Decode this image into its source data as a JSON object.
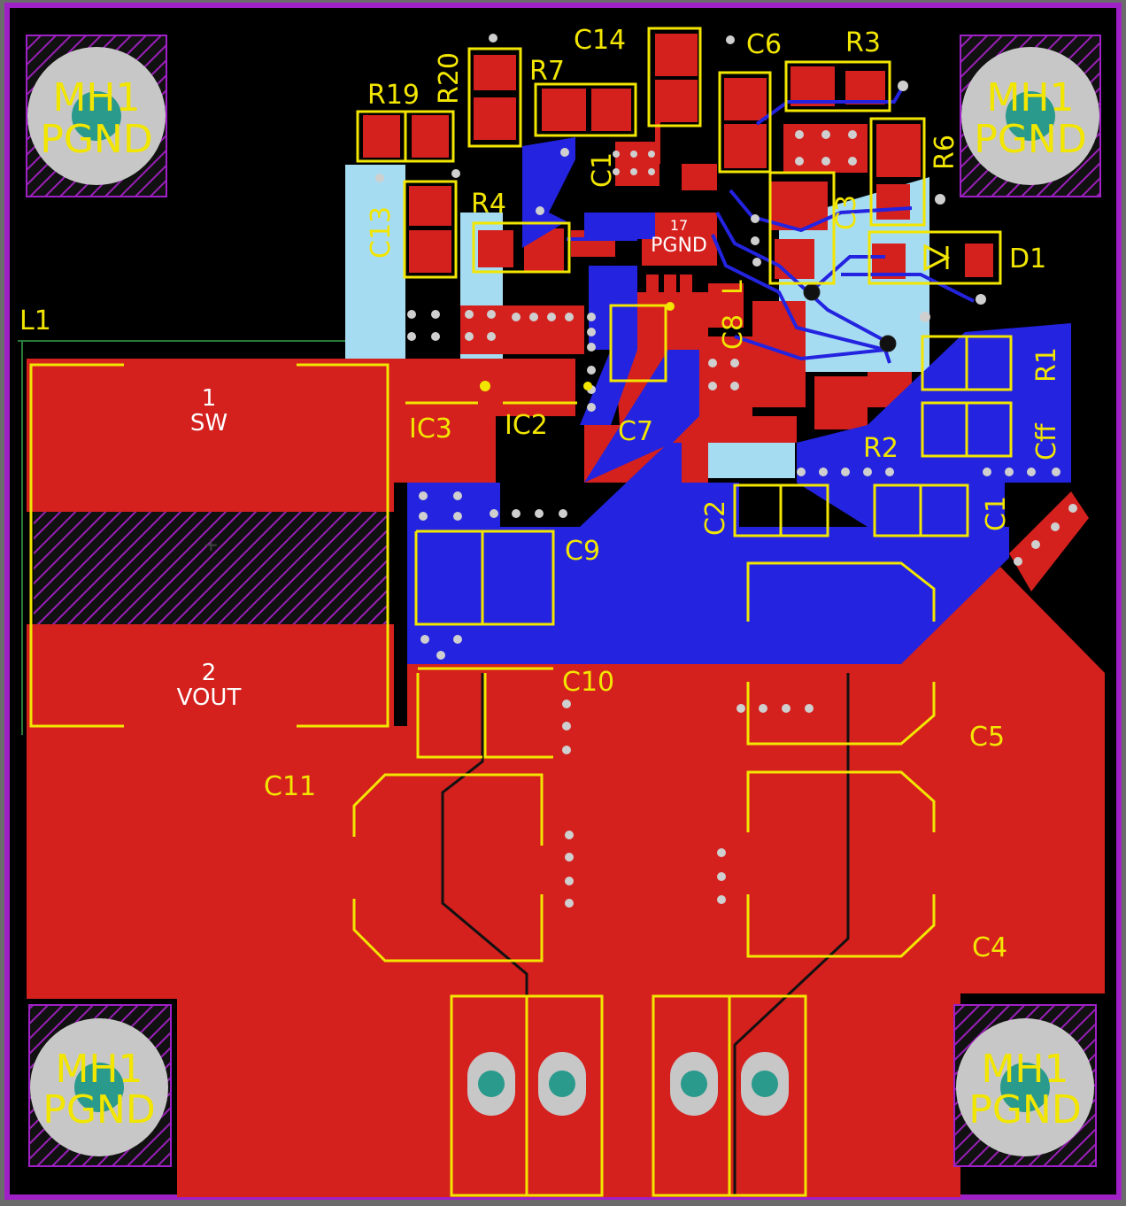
{
  "mounting_hole_labels": {
    "top_left": [
      "MH1",
      "PGND"
    ],
    "top_right": [
      "MH1",
      "PGND"
    ],
    "bottom_left": [
      "MH1",
      "PGND"
    ],
    "bottom_right": [
      "MH1",
      "PGND"
    ]
  },
  "designators": {
    "c14": "C14",
    "c6": "C6",
    "r3": "R3",
    "r20": "R20",
    "r19": "R19",
    "r7": "R7",
    "r6": "R6",
    "c13": "C13",
    "r4": "R4",
    "c1_upper": "C1",
    "c3": "C3",
    "d1": "D1",
    "l1": "L1",
    "c8": "C8",
    "l_small": "L",
    "r1": "R1",
    "ic3": "IC3",
    "ic2": "IC2",
    "c7": "C7",
    "cff": "Cff",
    "r2": "R2",
    "c2": "C2",
    "c1": "C1",
    "c9": "C9",
    "c10": "C10",
    "c5": "C5",
    "c11": "C11",
    "c4": "C4"
  },
  "pad_labels": {
    "ic_pad_number": "17",
    "ic_pad_net": "PGND",
    "l1_pad1_number": "1",
    "l1_pad1_net": "SW",
    "l1_pad2_number": "2",
    "l1_pad2_net": "VOUT"
  },
  "colors": {
    "frame_purple": "#a020c8",
    "copper_top": "#d4211e",
    "copper_bottom": "#2323e0",
    "mask_cyan": "#a6dcf2",
    "silkscreen": "#f2e600",
    "background": "#000000"
  }
}
